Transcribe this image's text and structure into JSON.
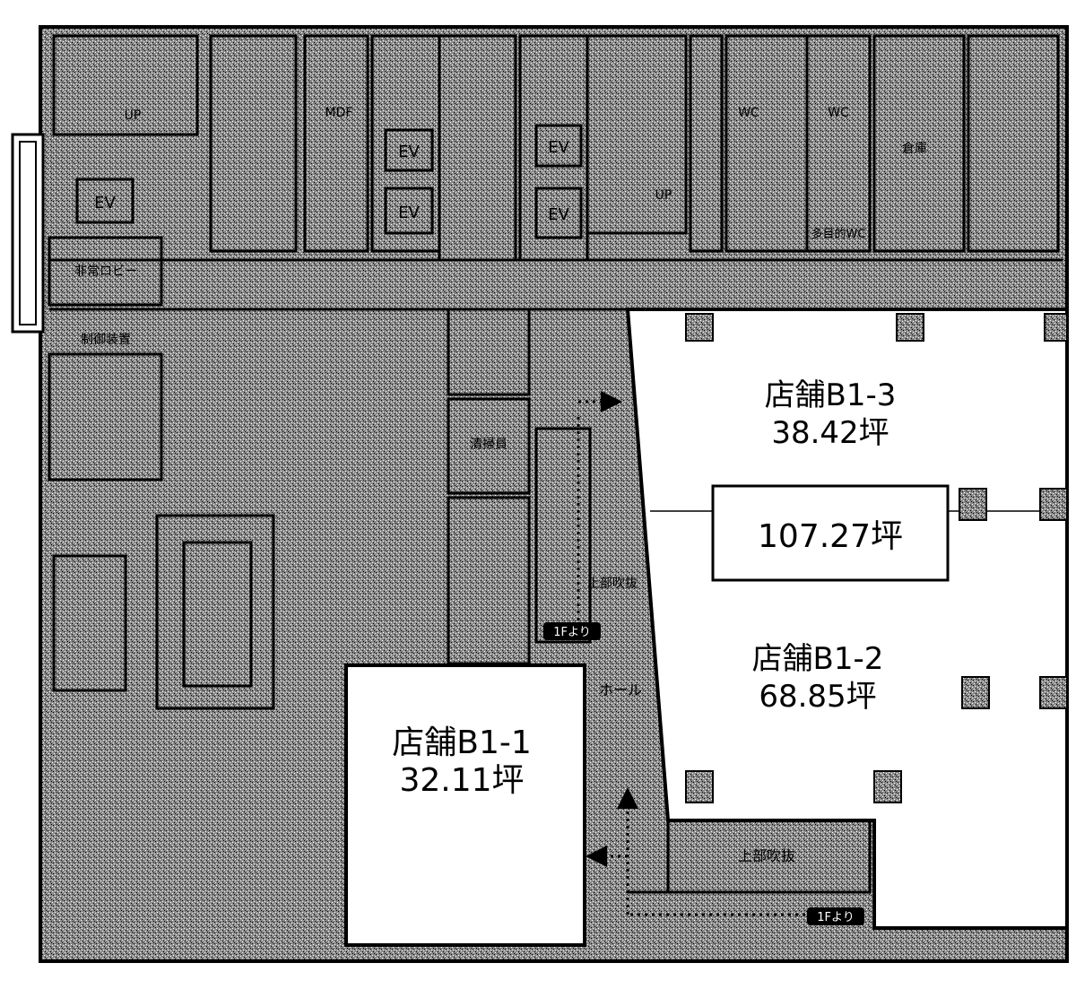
{
  "stores": [
    {
      "name": "店舗B1-1",
      "area": "32.11坪"
    },
    {
      "name": "店舗B1-2",
      "area": "68.85坪"
    },
    {
      "name": "店舗B1-3",
      "area": "38.42坪"
    }
  ],
  "combined_area": "107.27坪",
  "elevators": [
    "EV",
    "EV",
    "EV",
    "EV",
    "EV"
  ],
  "entrance_tags": [
    "1Fより",
    "1Fより"
  ],
  "stair_marks": [
    "UP",
    "UP"
  ],
  "room_labels": {
    "hall": "ホール",
    "upper_void": "上部吹抜",
    "upper_void_2": "上部吹抜",
    "cleaning_staff_room": "清掃員",
    "wc_ladies": "WC",
    "wc_mens": "WC",
    "accessible_wc": "多目的WC",
    "warehouse": "倉庫",
    "control_device": "制御装置",
    "emergency_lobby": "非常ロビー",
    "md_room": "MDF"
  },
  "colors": {
    "wall": "#000000",
    "pattern_fill": "#7a7a7a",
    "store_fill": "#ffffff"
  }
}
